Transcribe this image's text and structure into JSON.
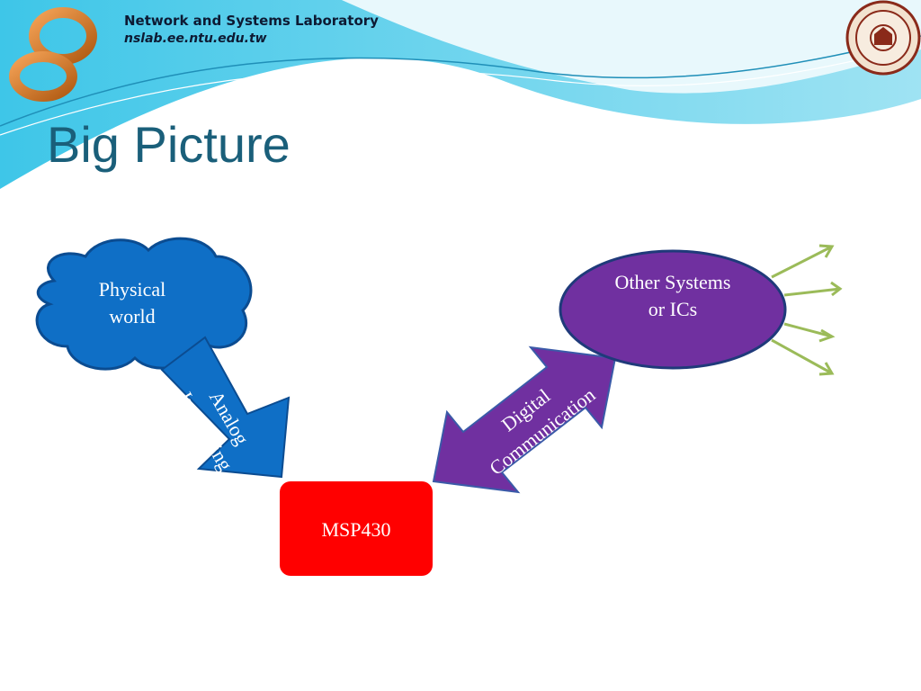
{
  "header": {
    "lab_name": "Network and Systems Laboratory",
    "lab_url": "nslab.ee.ntu.edu.tw",
    "logo_icon": "infinity-logo-icon",
    "seal_icon": "university-seal-icon"
  },
  "slide": {
    "title": "Big Picture"
  },
  "diagram": {
    "physical_world": "Physical world",
    "analog_interfacing": "Analog Interfacing",
    "msp430": "MSP430",
    "digital_communication": "Digital Communication",
    "other_systems": "Other Systems or ICs"
  },
  "colors": {
    "cloud": "#0f6fc6",
    "msp430": "#ff0000",
    "comm_arrow": "#7030a0",
    "other_systems": "#7030a0",
    "output_arrows": "#9bbb59",
    "title": "#1a5f7a"
  }
}
